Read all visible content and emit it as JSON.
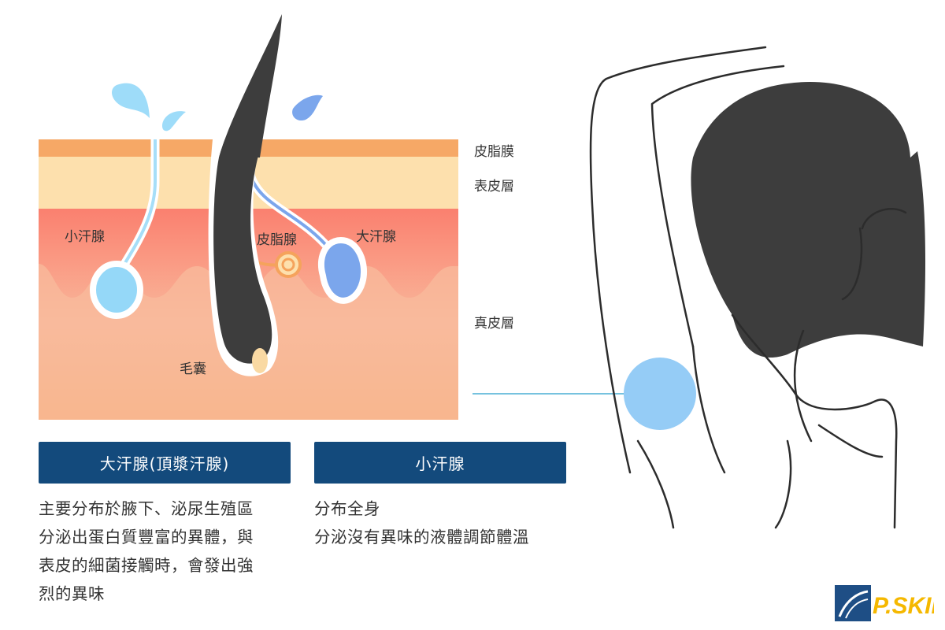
{
  "layers": {
    "sebum_film": "皮脂膜",
    "epidermis": "表皮層",
    "dermis": "真皮層"
  },
  "parts": {
    "eccrine": "小汗腺",
    "sebaceous": "皮脂腺",
    "apocrine": "大汗腺",
    "follicle": "毛囊"
  },
  "cards": {
    "apocrine": {
      "title": "大汗腺(頂漿汗腺)",
      "lines": [
        "主要分布於腋下、泌尿生殖區",
        "分泌出蛋白質豐富的異體，與",
        "表皮的細菌接觸時，會發出強",
        "烈的異味"
      ]
    },
    "eccrine": {
      "title": "小汗腺",
      "lines": [
        "分布全身",
        "分泌沒有異味的液體調節體溫"
      ]
    }
  },
  "logo": {
    "text": "P.SKIN"
  },
  "colors": {
    "sebum_film": "#f6a866",
    "epidermis": "#fde0ad",
    "dermis_top": "#f98070",
    "dermis_bottom": "#f7aa66",
    "hair": "#3d3d3d",
    "eccrine_fluid": "#95d8f8",
    "apocrine_fluid": "#7ba6ec",
    "sebaceous": "#f5a35c",
    "header_box": "#134a7c",
    "logo_blue": "#1e4e85",
    "logo_yellow": "#f5b800"
  }
}
